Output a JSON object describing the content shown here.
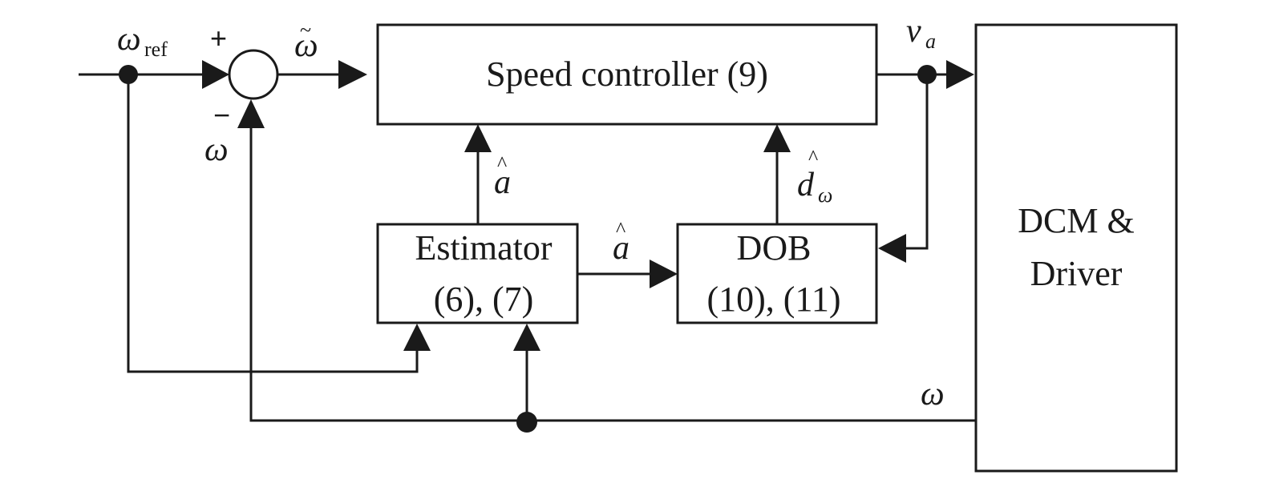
{
  "blocks": {
    "speed_controller": "Speed controller (9)",
    "estimator_line1": "Estimator",
    "estimator_line2": "(6), (7)",
    "dob_line1": "DOB",
    "dob_line2": "(10), (11)",
    "plant_line1": "DCM &",
    "plant_line2": "Driver"
  },
  "signals": {
    "omega_ref": "ω",
    "omega_ref_sub": "ref",
    "omega_error": "ω",
    "omega_error_accent": "~",
    "voltage": "v",
    "voltage_sub": "a",
    "omega_feedback_left": "ω",
    "omega_feedback_bottom": "ω",
    "a_hat_up": "a",
    "a_hat_right": "a",
    "hat_accent": "^",
    "d_hat": "d",
    "d_hat_sub": "ω"
  },
  "summing_junction": {
    "plus_sign": "+",
    "minus_sign": "−"
  }
}
